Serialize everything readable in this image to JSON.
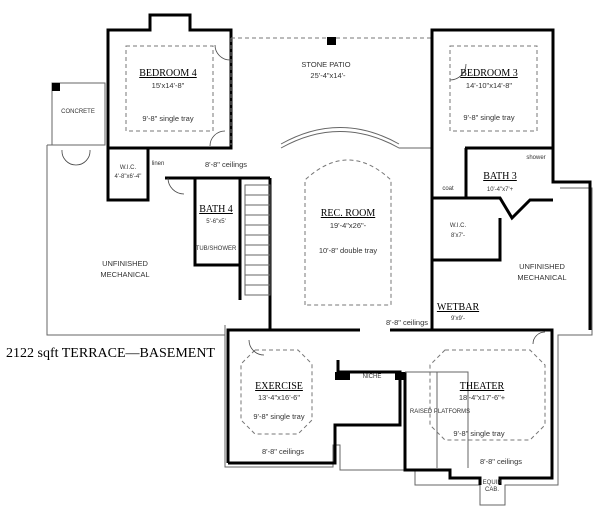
{
  "caption": "2122 sqft TERRACE—BASEMENT",
  "rooms": {
    "bedroom4": {
      "name": "BEDROOM 4",
      "size": "15'x14'-8\"",
      "ceiling": "9'-8\" single tray"
    },
    "concrete": {
      "name": "CONCRETE"
    },
    "wic_left": {
      "name": "W.I.C.",
      "size": "4'-8\"x6'-4\""
    },
    "linen": {
      "name": "linen"
    },
    "hall_ceiling": {
      "text": "8'-8\" ceilings"
    },
    "bath4": {
      "name": "BATH 4",
      "size": "5'-6\"x5'",
      "fixture": "TUB/SHOWER"
    },
    "stone_patio": {
      "name": "STONE PATIO",
      "size": "25'-4\"x14'-"
    },
    "bedroom3": {
      "name": "BEDROOM 3",
      "size": "14'-10\"x14'-8\"",
      "ceiling": "9'-8\" single tray"
    },
    "bath3": {
      "name": "BATH 3",
      "size": "10'-4\"x7'+",
      "fixture": "shower"
    },
    "coat": {
      "name": "coat"
    },
    "wic_right": {
      "name": "W.I.C.",
      "size": "8'x7'-"
    },
    "rec_room": {
      "name": "REC. ROOM",
      "size": "19'-4\"x26\"-",
      "ceiling": "10'-8\" double tray"
    },
    "mech_left": {
      "line1": "UNFINISHED",
      "line2": "MECHANICAL"
    },
    "mech_right": {
      "line1": "UNFINISHED",
      "line2": "MECHANICAL"
    },
    "wetbar": {
      "name": "WETBAR",
      "size": "9'x9'-"
    },
    "center_ceiling": {
      "text": "8'-8\" ceilings"
    },
    "niche": {
      "name": "NICHE"
    },
    "exercise": {
      "name": "EXERCISE",
      "size": "13'-4\"x16'-6\"",
      "ceiling": "9'-8\" single tray",
      "ceiling2": "8'-8\" ceilings"
    },
    "theater": {
      "name": "THEATER",
      "size": "18'-4\"x17'-6\"+",
      "platforms": "RAISED PLATFORMS",
      "ceiling": "9'-8\" single tray",
      "ceiling2": "8'-8\" ceilings"
    },
    "equip": {
      "line1": "EQUIP",
      "line2": "CAB."
    }
  }
}
